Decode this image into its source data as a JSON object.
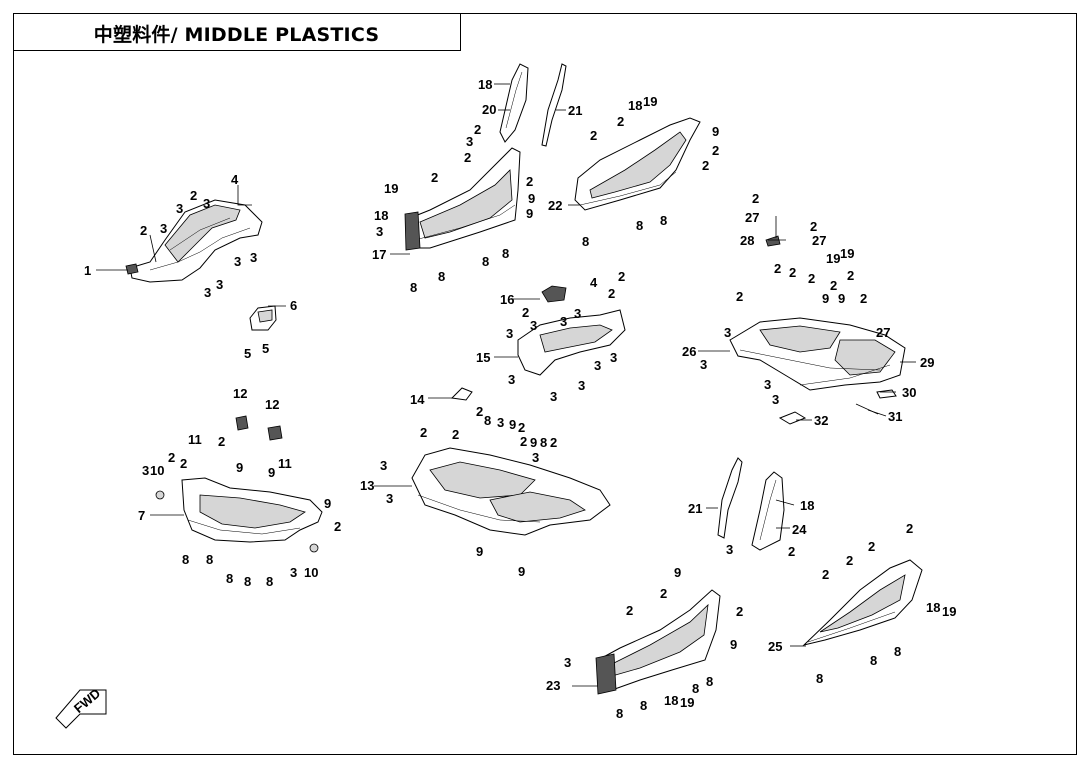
{
  "title": "中塑料件/ MIDDLE PLASTICS",
  "fwd_label": "FWD",
  "callouts": {
    "c1": "1",
    "c2": "2",
    "c3": "3",
    "c4": "4",
    "c5": "5",
    "c6": "6",
    "c7": "7",
    "c8": "8",
    "c9": "9",
    "c10": "10",
    "c11": "11",
    "c12": "12",
    "c13": "13",
    "c14": "14",
    "c15": "15",
    "c16": "16",
    "c17": "17",
    "c18": "18",
    "c19": "19",
    "c20": "20",
    "c21": "21",
    "c22": "22",
    "c23": "23",
    "c24": "24",
    "c25": "25",
    "c26": "26",
    "c27": "27",
    "c28": "28",
    "c29": "29",
    "c30": "30",
    "c31": "31",
    "c32": "32"
  }
}
